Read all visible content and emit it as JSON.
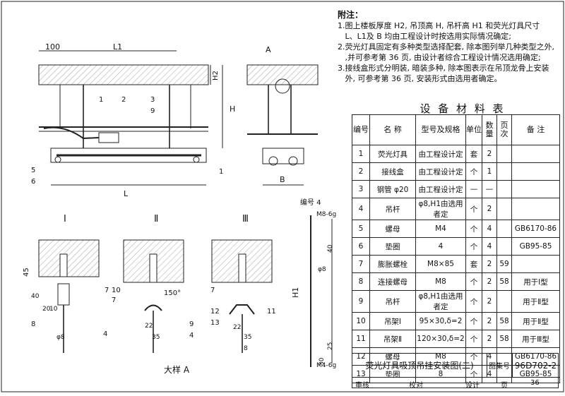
{
  "drawing": {
    "dims": {
      "d100": "100",
      "L1": "L1",
      "L": "L",
      "H": "H",
      "H2": "H2",
      "A": "A",
      "B": "B",
      "H1": "H1"
    },
    "callouts": [
      "1",
      "2",
      "3",
      "4",
      "5",
      "6",
      "9"
    ],
    "detail_numerals": [
      "Ⅰ",
      "Ⅱ",
      "Ⅲ"
    ],
    "number4_label": "编号 4",
    "detail_A_label": "大样 A",
    "dim_texts": {
      "d45": "45",
      "d40": "40",
      "d20": "20",
      "d10": "10",
      "d22": "22",
      "d35": "35",
      "d150": "150°",
      "phi8": "φ8",
      "d25": "25",
      "d30": "30",
      "M8_6g": "M8-6g",
      "M4_6g": "M4-6g",
      "d8": "8"
    },
    "detail_callouts": [
      "7",
      "8",
      "4",
      "7",
      "10",
      "9",
      "7",
      "12",
      "13",
      "11",
      "4"
    ]
  },
  "notes": {
    "title": "附注：",
    "items": [
      "1.图上楼板厚度 H2, 吊顶高 H, 吊杆高 H1 和荧光灯具尺寸",
      "   L、L1及 B 均由工程设计时按选用实际情况确定;",
      "2.荧光灯具固定有多种类型选择配套, 除本图列举几种类型之外,",
      "   ,并可参考第 36 页, 由设计者综合工程设计情况选用确定;",
      "3.接线盒形式分明装, 暗装多种, 除本图表示在吊顶龙骨上安装",
      "   外, 可参考第 36 页, 安装形式由选用者确定。"
    ]
  },
  "table": {
    "title": "设 备 材 料 表",
    "headers": [
      "编号",
      "名 称",
      "型号及规格",
      "单位",
      "数量",
      "页次",
      "备 注"
    ],
    "rows": [
      [
        "1",
        "荧光灯具",
        "由工程设计定",
        "套",
        "2",
        "",
        ""
      ],
      [
        "2",
        "接线盒",
        "由工程设计定",
        "个",
        "1",
        "",
        ""
      ],
      [
        "3",
        "钢管 φ20",
        "由工程设计定",
        "—",
        "—",
        "",
        ""
      ],
      [
        "4",
        "吊杆",
        "φ8,H1由选用者定",
        "个",
        "2",
        "",
        ""
      ],
      [
        "5",
        "螺母",
        "M4",
        "个",
        "4",
        "",
        "GB6170-86"
      ],
      [
        "6",
        "垫圈",
        "4",
        "个",
        "4",
        "",
        "GB95-85"
      ],
      [
        "7",
        "膨胀螺栓",
        "M8×85",
        "套",
        "2",
        "59",
        ""
      ],
      [
        "8",
        "连接螺母",
        "M8",
        "个",
        "2",
        "58",
        "用于Ⅰ型"
      ],
      [
        "9",
        "吊杆",
        "φ8,H1由选用者定",
        "个",
        "2",
        "",
        "用于Ⅱ型"
      ],
      [
        "10",
        "吊架Ⅰ",
        "95×30,δ=2",
        "个",
        "2",
        "58",
        "用于Ⅱ型"
      ],
      [
        "11",
        "吊架Ⅱ",
        "120×30,δ=2",
        "个",
        "2",
        "58",
        "用于Ⅲ型"
      ],
      [
        "12",
        "螺母",
        "M8",
        "个",
        "4",
        "",
        "GB6170-86"
      ],
      [
        "13",
        "垫圈",
        "8",
        "个",
        "4",
        "",
        "GB95-85"
      ]
    ]
  },
  "titleblock": {
    "name": "荧光灯具吸顶吊挂安装图(二)",
    "atlas_label": "图集号",
    "atlas_value": "96D702-2",
    "review_label": "审核",
    "check_label": "校对",
    "design_label": "设计",
    "page_label": "页",
    "page_value": "36"
  }
}
